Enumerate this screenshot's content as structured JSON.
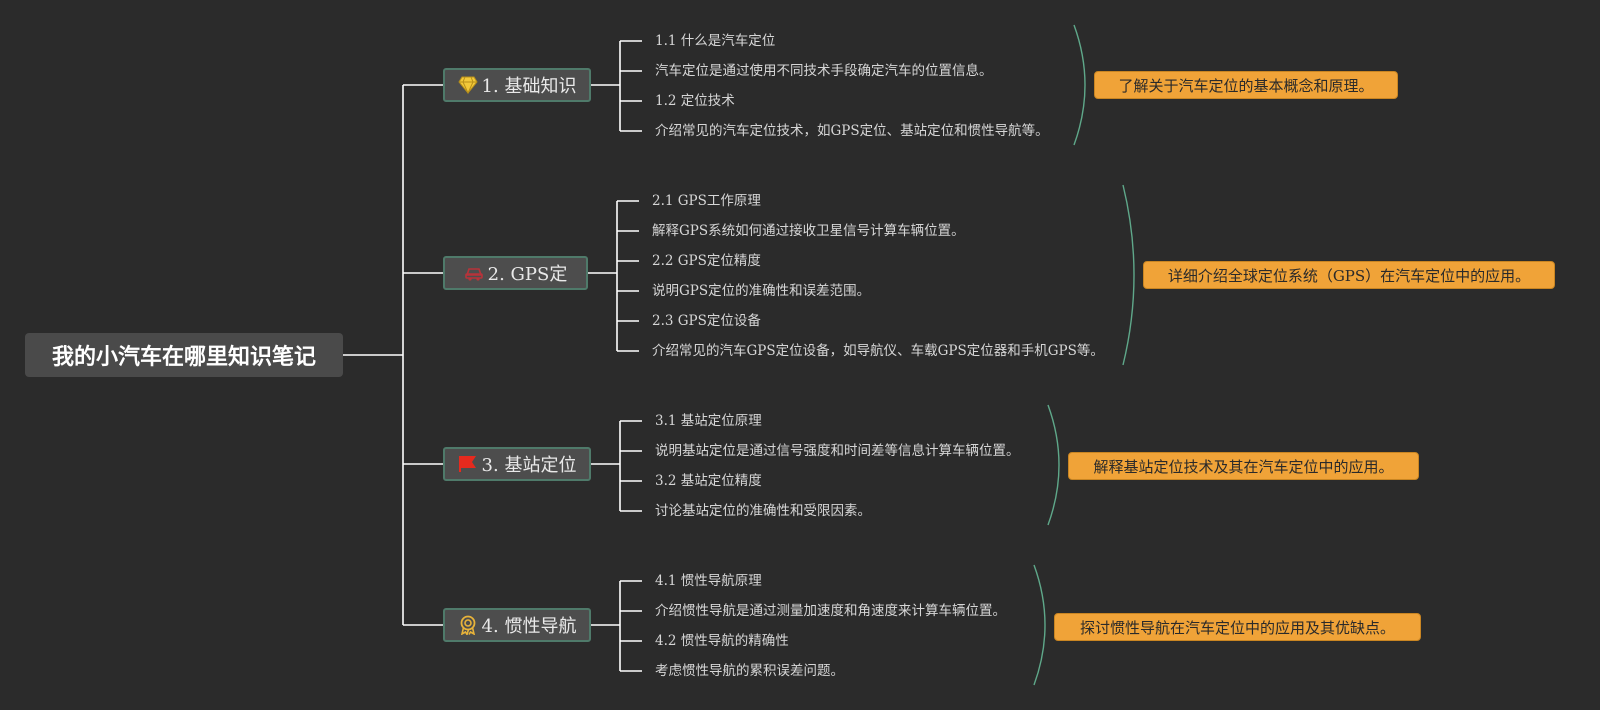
{
  "root": {
    "title": "我的小汽车在哪里知识笔记"
  },
  "topics": [
    {
      "label": "1. 基础知识",
      "icon": "diamond-icon",
      "items": [
        "1.1 什么是汽车定位",
        "汽车定位是通过使用不同技术手段确定汽车的位置信息。",
        "1.2 定位技术",
        "介绍常见的汽车定位技术，如GPS定位、基站定位和惯性导航等。"
      ],
      "summary": "了解关于汽车定位的基本概念和原理。"
    },
    {
      "label": "2. GPS定",
      "icon": "car-icon",
      "items": [
        "2.1 GPS工作原理",
        "解释GPS系统如何通过接收卫星信号计算车辆位置。",
        "2.2 GPS定位精度",
        "说明GPS定位的准确性和误差范围。",
        "2.3 GPS定位设备",
        "介绍常见的汽车GPS定位设备，如导航仪、车载GPS定位器和手机GPS等。"
      ],
      "summary": "详细介绍全球定位系统（GPS）在汽车定位中的应用。"
    },
    {
      "label": "3. 基站定位",
      "icon": "flag-icon",
      "items": [
        "3.1 基站定位原理",
        "说明基站定位是通过信号强度和时间差等信息计算车辆位置。",
        "3.2 基站定位精度",
        "讨论基站定位的准确性和受限因素。"
      ],
      "summary": "解释基站定位技术及其在汽车定位中的应用。"
    },
    {
      "label": "4. 惯性导航",
      "icon": "medal-icon",
      "items": [
        "4.1 惯性导航原理",
        "介绍惯性导航是通过测量加速度和角速度来计算车辆位置。",
        "4.2 惯性导航的精确性",
        "考虑惯性导航的累积误差问题。"
      ],
      "summary": "探讨惯性导航在汽车定位中的应用及其优缺点。"
    }
  ],
  "colors": {
    "background": "#2b2b2b",
    "connector": "#ffffff",
    "summary_bracket": "#5fa88a",
    "summary_fill": "#f0a338",
    "topic_border": "#4f7a6a"
  }
}
